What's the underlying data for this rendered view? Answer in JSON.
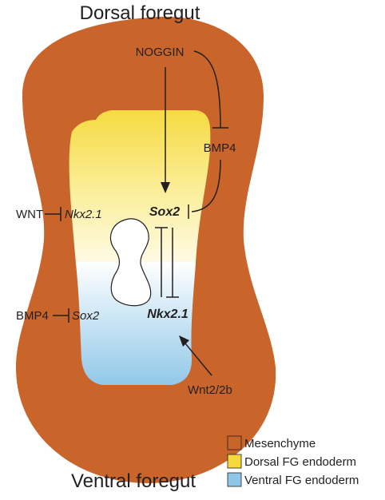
{
  "titles": {
    "top": "Dorsal foregut",
    "bottom": "Ventral foregut"
  },
  "labels": {
    "noggin": "NOGGIN",
    "bmp4_top": "BMP4",
    "sox2_center": "Sox2",
    "nkx21_center": "Nkx2.1",
    "wnt": "WNT",
    "nkx21_left": "Nkx2.1",
    "bmp4_left": "BMP4",
    "sox2_left": "Sox2",
    "wnt2": "Wnt2/2b"
  },
  "legend": [
    {
      "label": "Mesenchyme",
      "color": "#c9642a"
    },
    {
      "label": "Dorsal FG endoderm",
      "color": "#f5d93a"
    },
    {
      "label": "Ventral FG endoderm",
      "color": "#8ec6e8"
    }
  ],
  "colors": {
    "mesenchyme": "#c9642a",
    "dorsal_endoderm": "#f5d93a",
    "ventral_endoderm": "#8ec6e8",
    "line": "#231f20"
  }
}
